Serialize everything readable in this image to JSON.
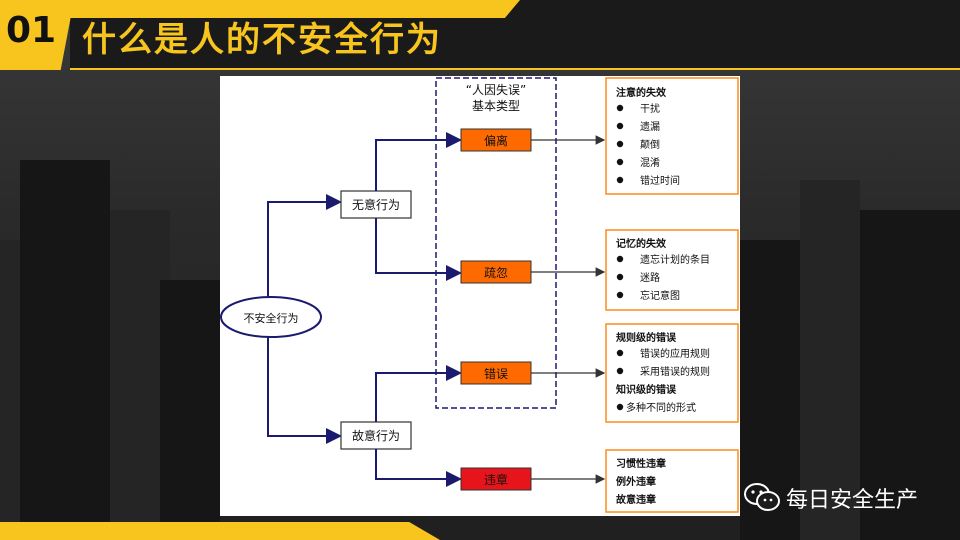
{
  "header": {
    "number": "01",
    "title": "什么是人的不安全行为"
  },
  "watermark": {
    "text": "每日安全生产",
    "icon": "wechat-icon"
  },
  "diagram": {
    "root": "不安全行为",
    "branches": [
      "无意行为",
      "故意行为"
    ],
    "dashed_title_line1": "“人因失误”",
    "dashed_title_line2": "基本类型",
    "types": [
      "偏离",
      "疏忽",
      "错误",
      "违章"
    ],
    "colors": {
      "orange": "#ff6a00",
      "red": "#e8141b",
      "navy": "#1a1a6e",
      "accent": "#f7c51e"
    },
    "details": [
      {
        "title": "注意的失效",
        "items": [
          "干扰",
          "遗漏",
          "颠倒",
          "混淆",
          "错过时间"
        ]
      },
      {
        "title": "记忆的失效",
        "items": [
          "遗忘计划的条目",
          "迷路",
          "忘记意图"
        ]
      },
      {
        "title": "规则级的错误",
        "items": [
          "错误的应用规则",
          "采用错误的规则"
        ],
        "title2": "知识级的错误",
        "items2": [
          "多种不同的形式"
        ]
      },
      {
        "lines": [
          "习惯性违章",
          "例外违章",
          "故意违章"
        ]
      }
    ]
  }
}
